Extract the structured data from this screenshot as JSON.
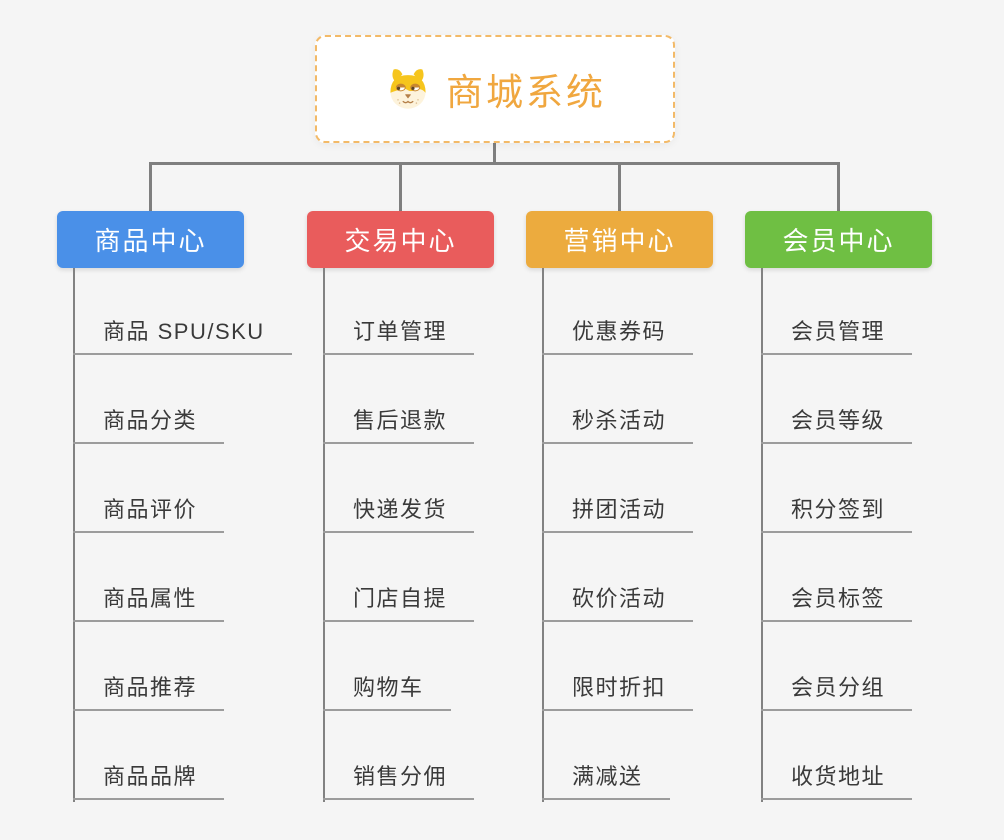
{
  "root": {
    "title": "商城系统",
    "icon": "dog-face",
    "title_color": "#F0A73F",
    "border_color": "#F3BA68"
  },
  "branches": [
    {
      "label": "商品中心",
      "color": "#4A90E8",
      "items": [
        "商品 SPU/SKU",
        "商品分类",
        "商品评价",
        "商品属性",
        "商品推荐",
        "商品品牌"
      ]
    },
    {
      "label": "交易中心",
      "color": "#E95C5C",
      "items": [
        "订单管理",
        "售后退款",
        "快递发货",
        "门店自提",
        "购物车",
        "销售分佣"
      ]
    },
    {
      "label": "营销中心",
      "color": "#ECAB3E",
      "items": [
        "优惠券码",
        "秒杀活动",
        "拼团活动",
        "砍价活动",
        "限时折扣",
        "满减送"
      ]
    },
    {
      "label": "会员中心",
      "color": "#6FBF43",
      "items": [
        "会员管理",
        "会员等级",
        "积分签到",
        "会员标签",
        "会员分组",
        "收货地址"
      ]
    }
  ],
  "style": {
    "background": "#F5F5F5",
    "connector_color": "#7F7F7F",
    "trunk_color": "#828282",
    "underline_color": "#9C9C9C",
    "item_text_color": "#3A3A3A"
  }
}
